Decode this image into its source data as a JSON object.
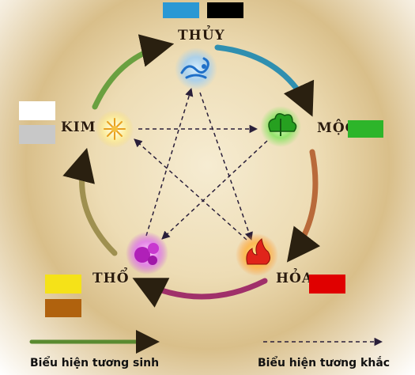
{
  "elements": [
    {
      "id": "thuy",
      "label": "THỦY",
      "colors": [
        "#2a98d4",
        "#000000"
      ],
      "icon": "water-icon"
    },
    {
      "id": "moc",
      "label": "MỘC",
      "colors": [
        "#2db52a"
      ],
      "icon": "wood-icon"
    },
    {
      "id": "hoa",
      "label": "HỎA",
      "colors": [
        "#e00000"
      ],
      "icon": "fire-icon"
    },
    {
      "id": "tho",
      "label": "THỔ",
      "colors": [
        "#f5e218",
        "#b0620e"
      ],
      "icon": "earth-icon"
    },
    {
      "id": "kim",
      "label": "KIM",
      "colors": [
        "#ffffff",
        "#c8c8c8"
      ],
      "icon": "metal-icon"
    }
  ],
  "generating_cycle": [
    [
      "thuy",
      "moc"
    ],
    [
      "moc",
      "hoa"
    ],
    [
      "hoa",
      "tho"
    ],
    [
      "tho",
      "kim"
    ],
    [
      "kim",
      "thuy"
    ]
  ],
  "overcoming_cycle": [
    [
      "thuy",
      "hoa"
    ],
    [
      "hoa",
      "kim"
    ],
    [
      "kim",
      "moc"
    ],
    [
      "moc",
      "tho"
    ],
    [
      "tho",
      "thuy"
    ]
  ],
  "legend": {
    "generating_label": "Biểu hiện tương sinh",
    "overcoming_label": "Biểu hiện tương khắc"
  }
}
